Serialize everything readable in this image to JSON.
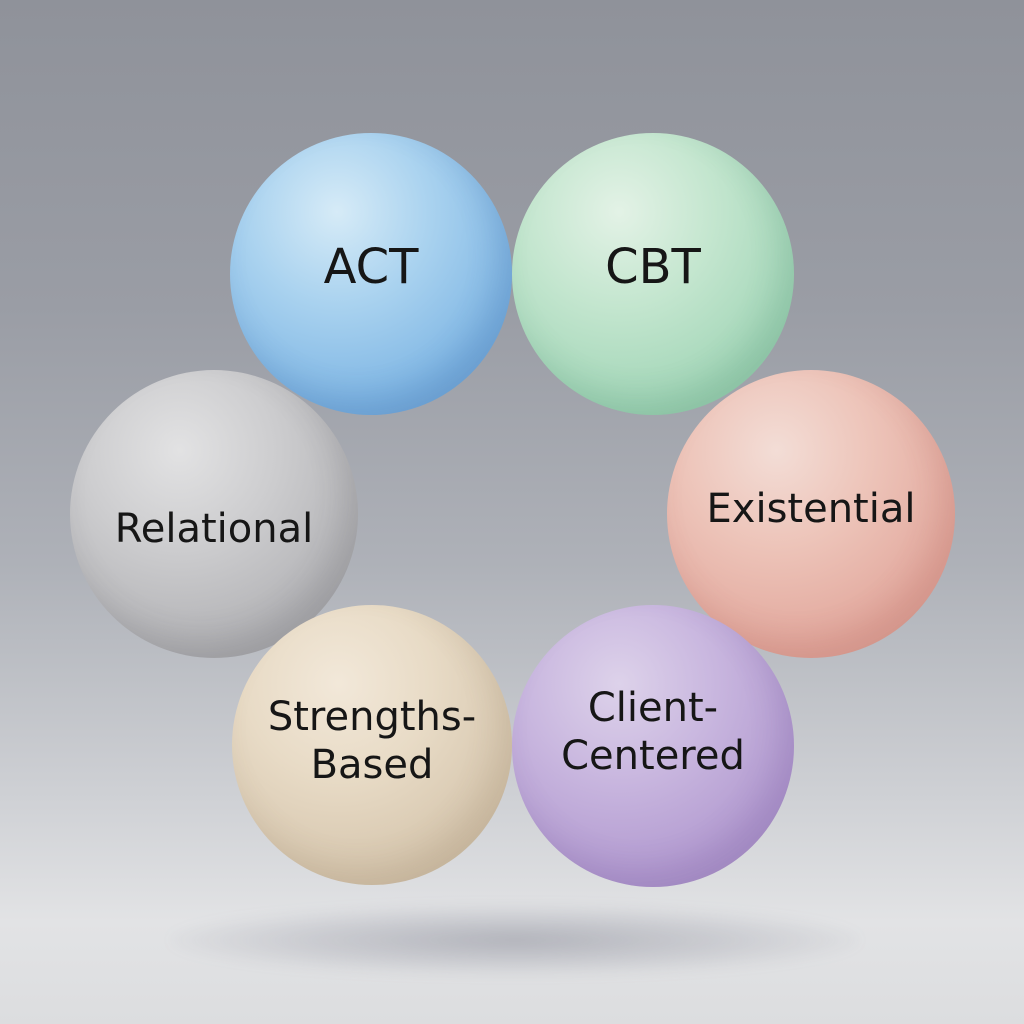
{
  "diagram": {
    "nodes": [
      {
        "id": "act",
        "label": "ACT",
        "color": "#a9d2ef"
      },
      {
        "id": "cbt",
        "label": "CBT",
        "color": "#c4e6cf"
      },
      {
        "id": "relational",
        "label": "Relational",
        "color": "#cdcdcf"
      },
      {
        "id": "existential",
        "label": "Existential",
        "color": "#edc4b9"
      },
      {
        "id": "strengths",
        "label": "Strengths-\nBased",
        "color": "#e8dbc6"
      },
      {
        "id": "client",
        "label": "Client-\nCentered",
        "color": "#c9b7df"
      }
    ]
  }
}
